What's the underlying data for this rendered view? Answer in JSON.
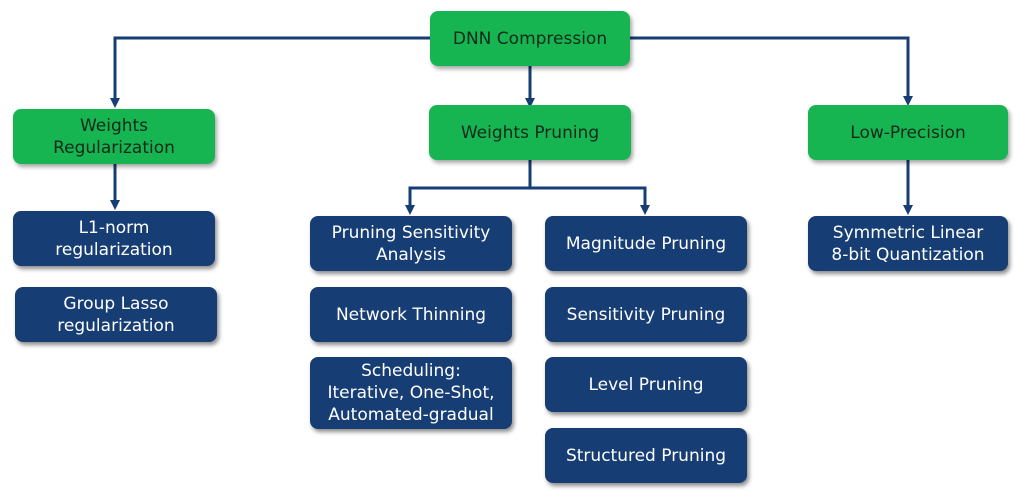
{
  "nodes": {
    "root": "DNN Compression",
    "weights_regularization": "Weights\nRegularization",
    "weights_pruning": "Weights Pruning",
    "low_precision": "Low-Precision",
    "l1_norm": "L1-norm\nregularization",
    "group_lasso": "Group Lasso\nregularization",
    "pruning_sensitivity": "Pruning Sensitivity\nAnalysis",
    "network_thinning": "Network Thinning",
    "scheduling": "Scheduling:\nIterative, One-Shot,\nAutomated-gradual",
    "magnitude_pruning": "Magnitude Pruning",
    "sensitivity_pruning": "Sensitivity Pruning",
    "level_pruning": "Level Pruning",
    "structured_pruning": "Structured Pruning",
    "symmetric_linear": "Symmetric Linear\n8-bit Quantization"
  },
  "colors": {
    "green_box": "#17b551",
    "blue_box": "#163d74",
    "connector": "#163d74"
  }
}
